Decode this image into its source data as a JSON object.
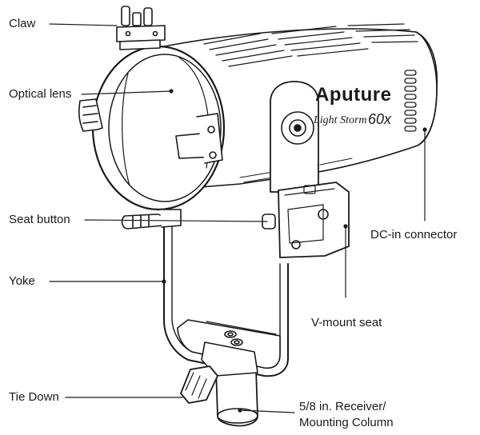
{
  "labels": {
    "claw": "Claw",
    "optical_lens": "Optical lens",
    "seat_button": "Seat button",
    "yoke": "Yoke",
    "tie_down": "Tie Down",
    "dc_in": "DC-in connector",
    "v_mount": "V-mount seat",
    "receiver_line1": "5/8 in. Receiver/",
    "receiver_line2": "Mounting Column"
  },
  "brand": {
    "logo_text": "Aputure",
    "model_script": "Light Storm",
    "model_number": "60x"
  },
  "colors": {
    "stroke": "#1a1a1a",
    "fill": "#ffffff"
  }
}
